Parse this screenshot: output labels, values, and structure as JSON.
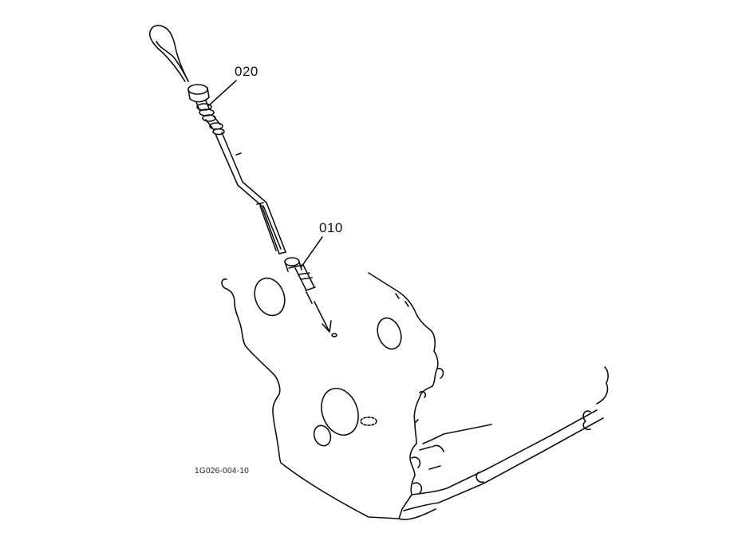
{
  "parts": [
    {
      "label": "020",
      "part": "dipstick"
    },
    {
      "label": "010",
      "part": "dipstick-guide-tube"
    }
  ],
  "figure_id": "1G026-004-10",
  "colors": {
    "ink": "#111111",
    "background": "#ffffff"
  }
}
